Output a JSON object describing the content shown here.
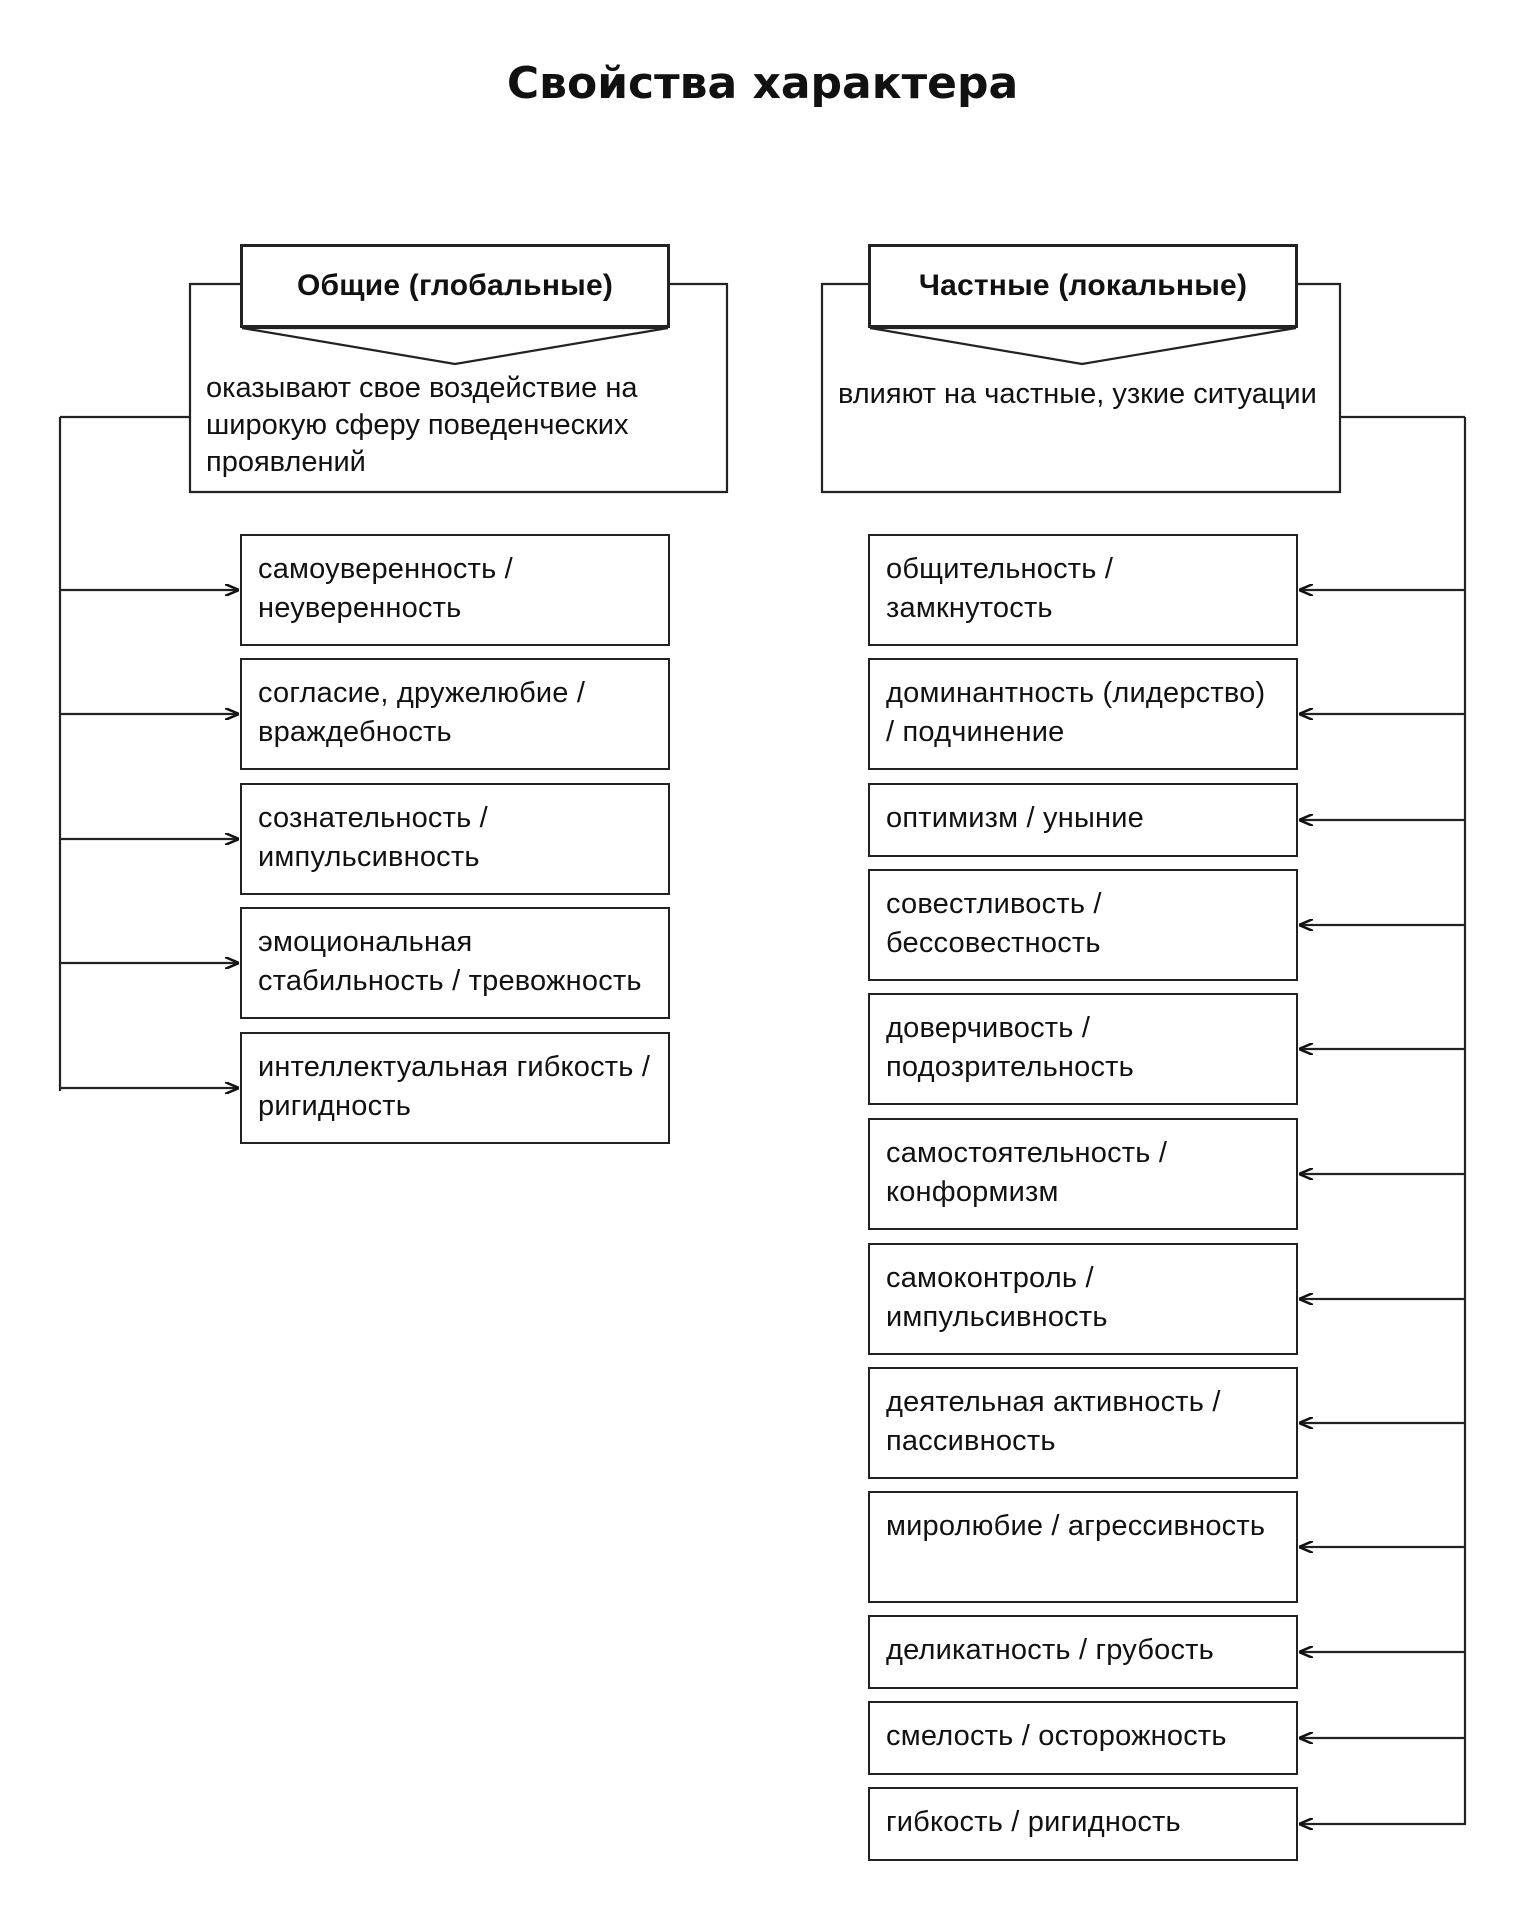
{
  "title": "Свойства характера",
  "left": {
    "header": "Общие (глобальные)",
    "description": "оказывают свое воздействие на широкую сферу поведенческих проявлений",
    "items": [
      "самоуверенность / неуверенность",
      "согласие, дружелюбие / враждебность",
      "сознательность /импульсивность",
      "эмоциональная стабильность / тревожность",
      "интеллектуальная гибкость / ригидность"
    ]
  },
  "right": {
    "header": "Частные (локальные)",
    "description": "влияют на частные, узкие ситуации",
    "items": [
      "общительность / замкнутость",
      "доминантность (лидерство) / подчинение",
      "оптимизм / уныние",
      "совестливость / бессовестность",
      "доверчивость /подозрительность",
      "самостоятельность / конформизм",
      "самоконтроль / импульсивность",
      "деятельная активность / пассивность",
      "миролюбие / агрессивность",
      "деликатность / грубость",
      "смелость / осторожность",
      "гибкость / ригидность"
    ]
  }
}
